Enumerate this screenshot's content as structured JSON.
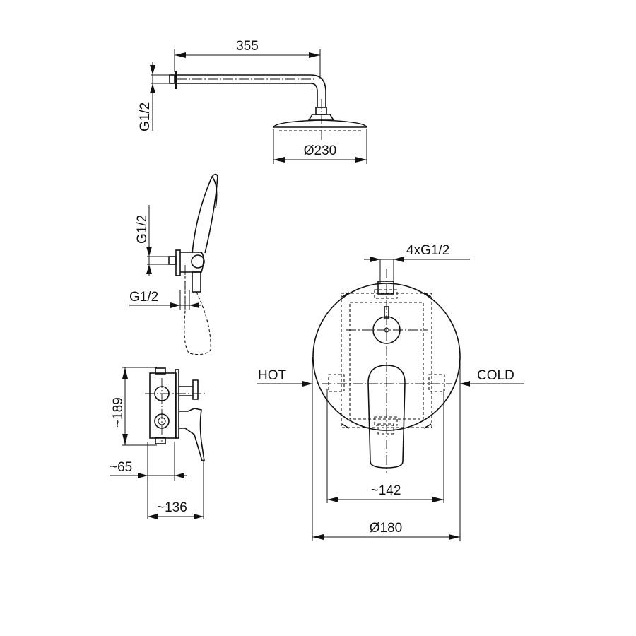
{
  "shower_arm": {
    "length_label": "355",
    "thread_label": "G1/2",
    "head_diameter_label": "Ø230"
  },
  "hand_shower": {
    "outlet_thread_label": "G1/2",
    "hose_thread_label": "G1/2"
  },
  "mixer_side": {
    "height_label": "~189",
    "depth_label": "~65",
    "total_depth_label": "~136"
  },
  "mixer_front": {
    "connections_label": "4xG1/2",
    "hot_label": "HOT",
    "cold_label": "COLD",
    "width_label": "~142",
    "plate_diameter_label": "Ø180"
  }
}
